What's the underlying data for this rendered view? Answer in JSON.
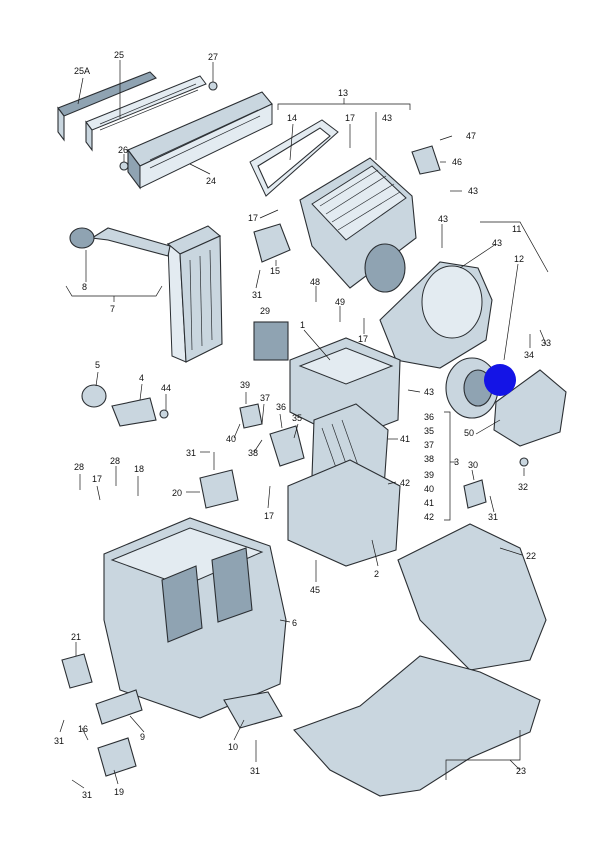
{
  "callouts": {
    "c25A": "25A",
    "c25": "25",
    "c27": "27",
    "c26": "26",
    "c24": "24",
    "c14": "14",
    "c13": "13",
    "c17a": "17",
    "c43a": "43",
    "c47": "47",
    "c46": "46",
    "c43b": "43",
    "c17b": "17",
    "c15": "15",
    "c31a": "31",
    "c43c": "43",
    "c11": "11",
    "c43d": "43",
    "c12": "12",
    "c8": "8",
    "c7": "7",
    "c48": "48",
    "c49": "49",
    "c29": "29",
    "c1": "1",
    "c17c": "17",
    "c33": "33",
    "c34": "34",
    "c43e": "43",
    "c50": "50",
    "c5": "5",
    "c4": "4",
    "c44": "44",
    "c39": "39",
    "c37": "37",
    "c36": "36",
    "c35": "35",
    "c41": "41",
    "c36b": "36",
    "c35b": "35",
    "c37b": "37",
    "c38b": "38",
    "c39b": "39",
    "c40b": "40",
    "c41b": "41",
    "c42b": "42",
    "c3": "3",
    "c40": "40",
    "c38": "38",
    "c31b": "31",
    "c42": "42",
    "c30": "30",
    "c32": "32",
    "c28a": "28",
    "c28b": "28",
    "c17d": "17",
    "c18": "18",
    "c20": "20",
    "c17e": "17",
    "c31c": "31",
    "c2": "2",
    "c22": "22",
    "c45": "45",
    "c6": "6",
    "c21": "21",
    "c31d": "31",
    "c16": "16",
    "c9": "9",
    "c10": "10",
    "c31e": "31",
    "c19": "19",
    "c31f": "31",
    "c23": "23"
  },
  "colors": {
    "part_fill": "#c9d6df",
    "part_shadow": "#8fa3b2",
    "outline": "#2b2f33",
    "marker": "#1414e6"
  }
}
